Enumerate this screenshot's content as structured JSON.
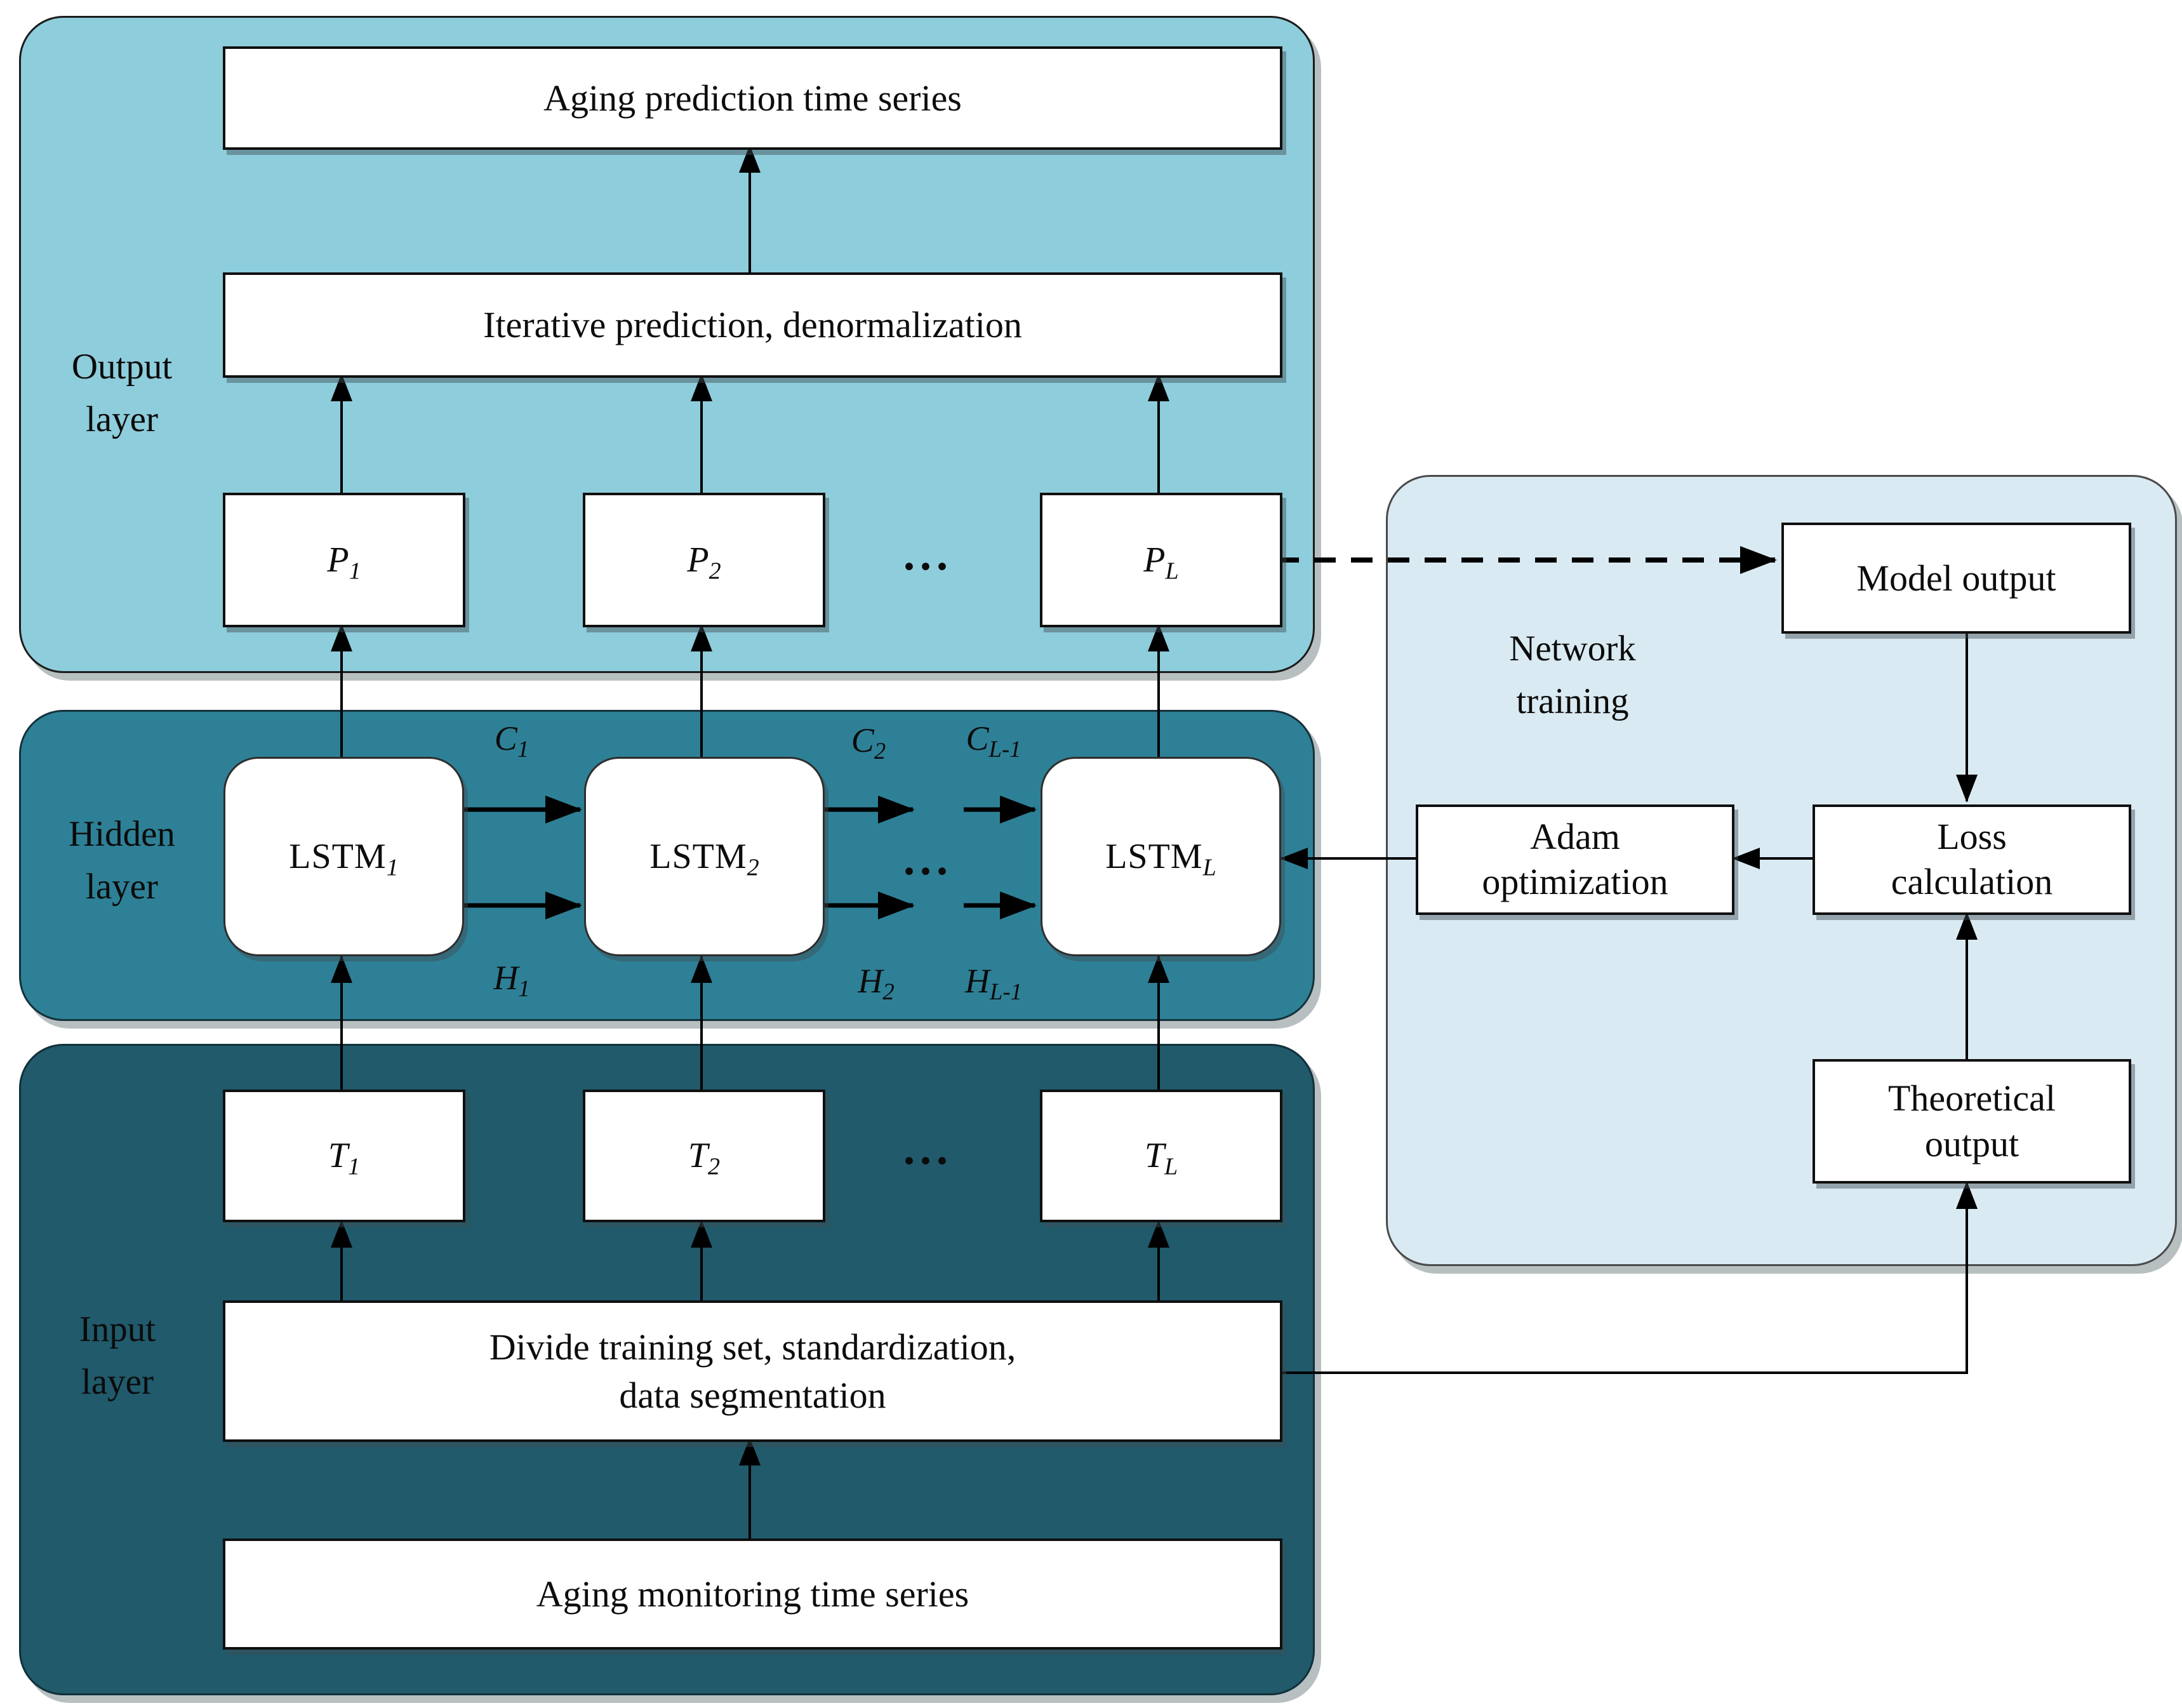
{
  "figure": {
    "type": "LSTM aging prediction network architecture diagram",
    "background": "#ffffff"
  },
  "colors": {
    "output_panel": "#8ECDDB",
    "hidden_panel": "#2E8096",
    "input_panel": "#205A6B",
    "network_panel": "#DAEAF2",
    "box_fill": "#FFFFFF",
    "box_border": "#101010",
    "arrow": "#000000",
    "text": "#0B0B0B"
  },
  "panels": {
    "output": {
      "label": "Output\nlayer"
    },
    "hidden": {
      "label": "Hidden\nlayer"
    },
    "input": {
      "label": "Input\nlayer"
    },
    "network": {
      "label": "Network\ntraining"
    }
  },
  "boxes": {
    "aging_prediction": {
      "label": "Aging prediction time series"
    },
    "iterative": {
      "label": "Iterative prediction, denormalization"
    },
    "p1": {
      "base": "P",
      "sub": "1"
    },
    "p2": {
      "base": "P",
      "sub": "2"
    },
    "pl": {
      "base": "P",
      "sub": "L"
    },
    "lstm1": {
      "base": "LSTM",
      "sub": "1"
    },
    "lstm2": {
      "base": "LSTM",
      "sub": "2"
    },
    "lstml": {
      "base": "LSTM",
      "sub": "L"
    },
    "t1": {
      "base": "T",
      "sub": "1"
    },
    "t2": {
      "base": "T",
      "sub": "2"
    },
    "tl": {
      "base": "T",
      "sub": "L"
    },
    "divide": {
      "line1": "Divide training set, standardization,",
      "line2": "data segmentation"
    },
    "aging_monitoring": {
      "label": "Aging monitoring time series"
    },
    "model_output": {
      "label": "Model output"
    },
    "adam": {
      "line1": "Adam",
      "line2": "optimization"
    },
    "loss": {
      "line1": "Loss",
      "line2": "calculation"
    },
    "theoretical": {
      "line1": "Theoretical",
      "line2": "output"
    }
  },
  "connector_labels": {
    "c1": {
      "base": "C",
      "sub": "1"
    },
    "c2": {
      "base": "C",
      "sub": "2"
    },
    "cl1": {
      "base": "C",
      "sub": "L-1"
    },
    "h1": {
      "base": "H",
      "sub": "1"
    },
    "h2": {
      "base": "H",
      "sub": "2"
    },
    "hl1": {
      "base": "H",
      "sub": "L-1"
    },
    "ellipsis_p": "...",
    "ellipsis_lstm": "...",
    "ellipsis_t": "..."
  }
}
